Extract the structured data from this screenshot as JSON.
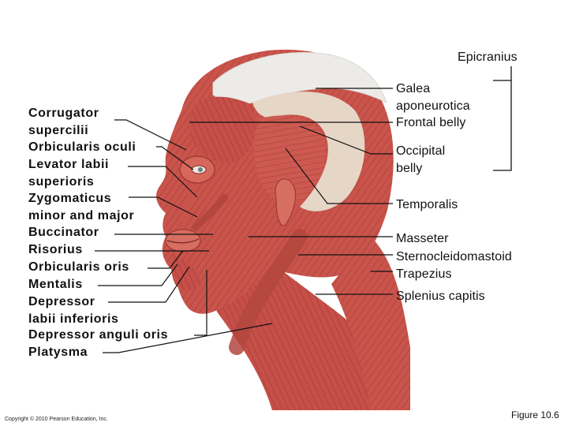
{
  "diagram": {
    "top_label": "Epicranius",
    "left_labels": [
      {
        "name": "corrugator",
        "lines": [
          "Corrugator",
          "supercilii"
        ]
      },
      {
        "name": "orbicularis-oculi",
        "lines": [
          "Orbicularis oculi"
        ]
      },
      {
        "name": "levator-labii",
        "lines": [
          "Levator labii",
          "superioris"
        ]
      },
      {
        "name": "zygomaticus",
        "lines": [
          "Zygomaticus",
          "minor and major"
        ]
      },
      {
        "name": "buccinator",
        "lines": [
          "Buccinator"
        ]
      },
      {
        "name": "risorius",
        "lines": [
          "Risorius"
        ]
      },
      {
        "name": "orbicularis-oris",
        "lines": [
          "Orbicularis oris"
        ]
      },
      {
        "name": "mentalis",
        "lines": [
          "Mentalis"
        ]
      },
      {
        "name": "depressor-labii",
        "lines": [
          "Depressor",
          "labii inferioris"
        ]
      },
      {
        "name": "depressor-anguli",
        "lines": [
          "Depressor anguli oris"
        ]
      },
      {
        "name": "platysma",
        "lines": [
          "Platysma"
        ]
      }
    ],
    "right_labels": [
      {
        "name": "galea",
        "lines": [
          "Galea",
          "aponeurotica"
        ]
      },
      {
        "name": "frontal-belly",
        "lines": [
          "Frontal belly"
        ]
      },
      {
        "name": "occipital-belly",
        "lines": [
          "Occipital",
          "belly"
        ]
      },
      {
        "name": "temporalis",
        "lines": [
          "Temporalis"
        ]
      },
      {
        "name": "masseter",
        "lines": [
          "Masseter"
        ]
      },
      {
        "name": "sternocleidomastoid",
        "lines": [
          "Sternocleidomastoid"
        ]
      },
      {
        "name": "trapezius",
        "lines": [
          "Trapezius"
        ]
      },
      {
        "name": "splenius",
        "lines": [
          "Splenius capitis"
        ]
      }
    ]
  },
  "footer": {
    "copyright": "Copyright © 2010 Pearson Education, Inc.",
    "figure": "Figure 10.6"
  },
  "colors": {
    "muscle": "#c9544c",
    "muscle_dark": "#9e3a34",
    "muscle_light": "#e07e70",
    "galea": "#ecebe8",
    "tendon": "#e6d6c6",
    "leader": "#111111"
  }
}
